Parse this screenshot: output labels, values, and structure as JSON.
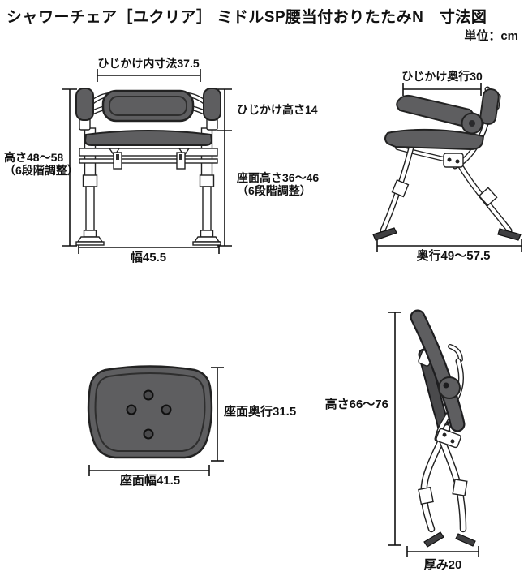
{
  "title": "シャワーチェア［ユクリア］ ミドルSP腰当付おりたたみN　寸法図",
  "unit": "単位：cm",
  "colors": {
    "pad_gray": "#5e5e60",
    "outline": "#222222",
    "frame_white": "#ffffff",
    "dimension_line": "#111111",
    "text": "#111111",
    "background": "#ffffff"
  },
  "front": {
    "armrest_inner": "ひじかけ内寸法37.5",
    "armrest_height": "ひじかけ高さ14",
    "height": "高さ48～58",
    "height_note": "（6段階調整）",
    "seat_height": "座面高さ36～46",
    "seat_height_note": "（6段階調整）",
    "width": "幅45.5"
  },
  "side": {
    "armrest_depth": "ひじかけ奥行30",
    "depth": "奥行49～57.5"
  },
  "seat": {
    "depth": "座面奥行31.5",
    "width": "座面幅41.5"
  },
  "folded": {
    "height": "高さ66～76",
    "thickness": "厚み20"
  }
}
